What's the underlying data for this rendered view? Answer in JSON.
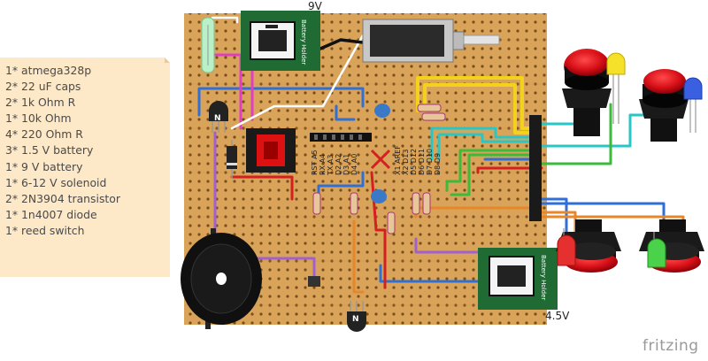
{
  "parts_note": {
    "lines": [
      "1* atmega328p",
      "2* 22 uF caps",
      "2* 1k Ohm R",
      "1* 10k Ohm",
      "4* 220 Ohm R",
      "3* 1.5 V battery",
      "1* 9 V battery",
      "1* 6-12 V solenoid",
      "2* 2N3904 transistor",
      "1* 1n4007 diode",
      "1* reed switch"
    ]
  },
  "batteries": {
    "nine_volt": {
      "voltage_label": "9V",
      "holder_text": "Battery Holder"
    },
    "four_five_volt": {
      "voltage_label": "4.5V",
      "holder_text": "Battery Holder"
    }
  },
  "chip_pins": {
    "left": [
      "RST A5",
      "RX A4",
      "TX A3",
      "D2 A2",
      "D3 A1",
      "D4 A0"
    ],
    "right": [
      "X1 AREF",
      "X2 D13",
      "D5 D12",
      "D6 D11",
      "D7 D10",
      "D8 D9"
    ]
  },
  "transistor_marks": [
    "N",
    "N"
  ],
  "watermark": "fritzing",
  "colors": {
    "stripboard": "#d9a45a",
    "hole": "#7a4d1c",
    "battery_green": "#1f6b33",
    "wire_pink": "#e040c0",
    "wire_blue": "#2f6fd6",
    "wire_yellow": "#f2d21c",
    "wire_cyan": "#27c7c7",
    "wire_green": "#3cba3c",
    "wire_orange": "#e8862a",
    "wire_red": "#d42020",
    "wire_purple": "#a060d0",
    "button_red": "#e0141e",
    "note_bg": "#fde8c8"
  }
}
